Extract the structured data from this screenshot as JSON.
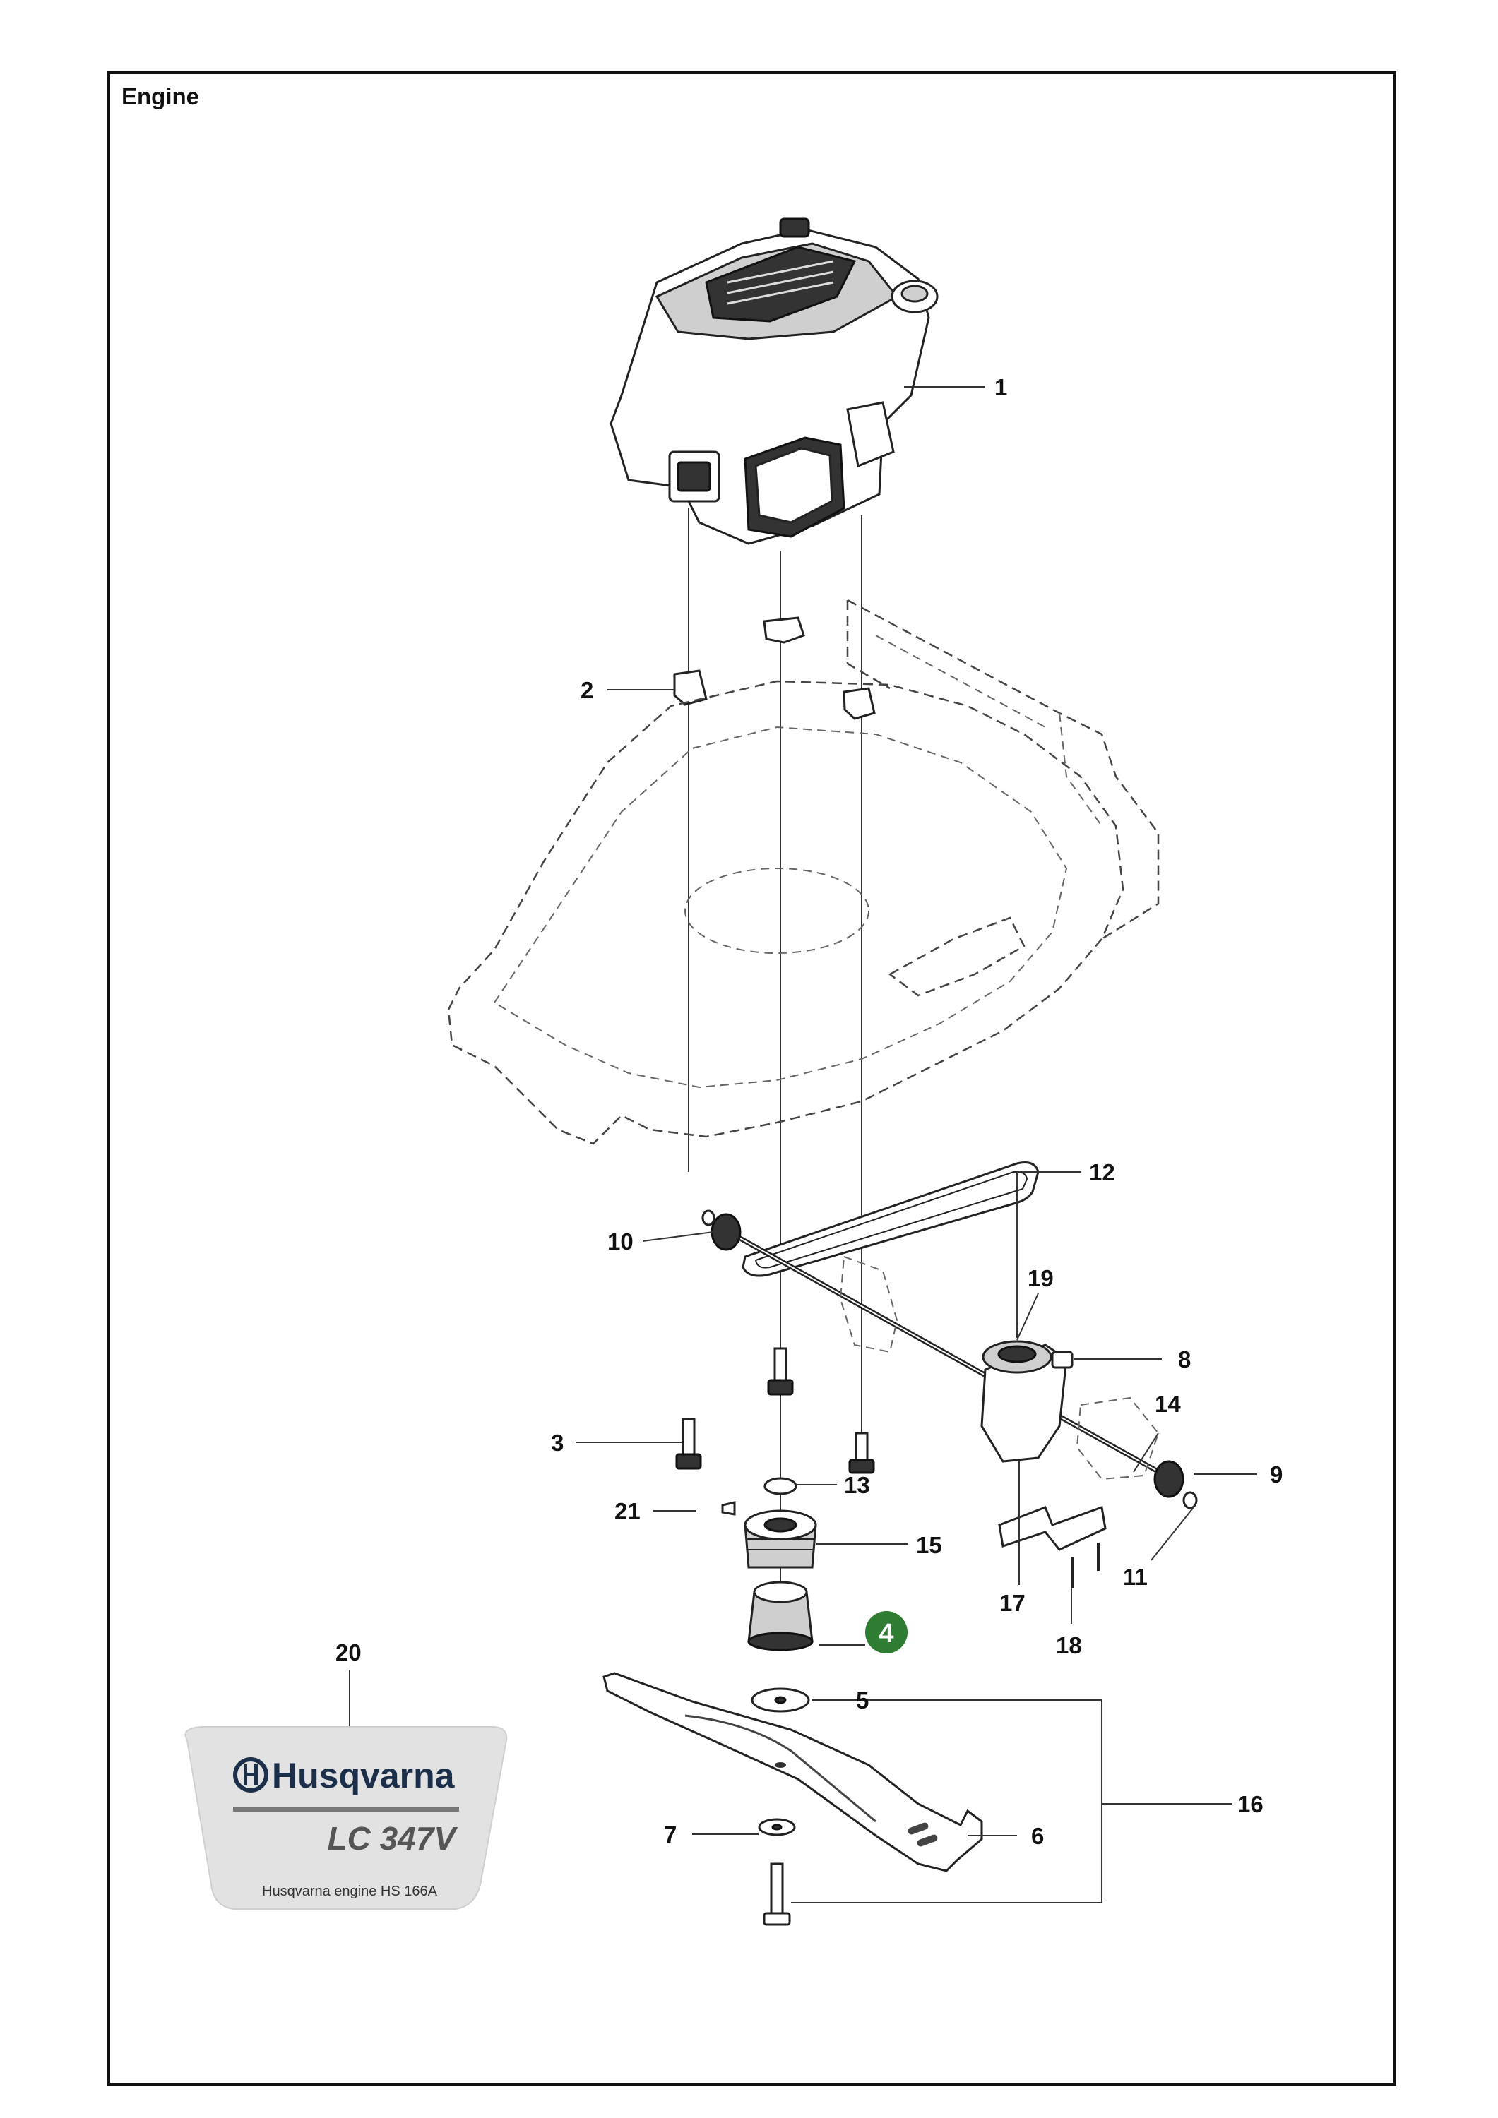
{
  "section_title": "Engine",
  "callouts": {
    "c1": "1",
    "c2": "2",
    "c3": "3",
    "c4": "4",
    "c5": "5",
    "c6": "6",
    "c7": "7",
    "c8": "8",
    "c9": "9",
    "c10": "10",
    "c11": "11",
    "c12": "12",
    "c13": "13",
    "c14": "14",
    "c15": "15",
    "c16": "16",
    "c17": "17",
    "c18": "18",
    "c19": "19",
    "c20": "20",
    "c21": "21"
  },
  "decal": {
    "brand": "Husqvarna",
    "model": "LC 347V",
    "engine": "Husqvarna engine HS 166A"
  },
  "colors": {
    "highlight_badge": "#2e7d32",
    "brand_navy": "#1c2f4a",
    "decal_background": "#e2e2e2"
  }
}
